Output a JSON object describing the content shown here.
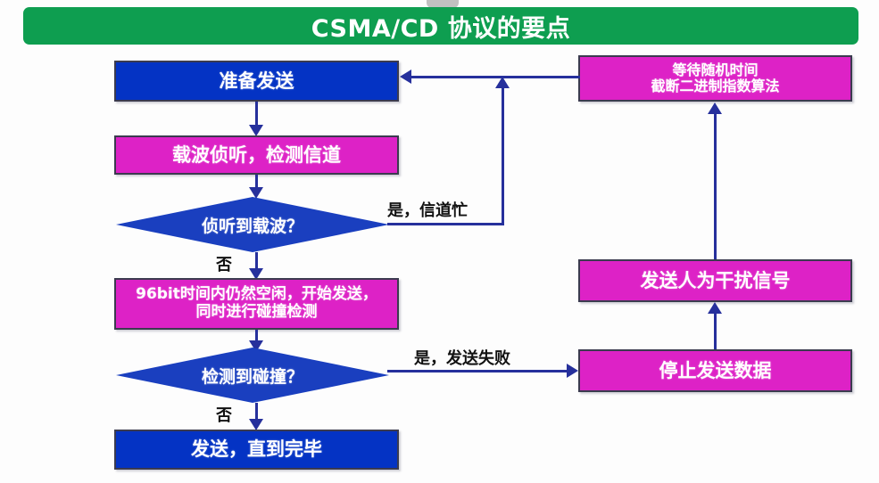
{
  "header": {
    "title": "CSMA/CD 协议的要点",
    "banner_color": "#0e9e50"
  },
  "palette": {
    "blue": "#0433c4",
    "diamond_blue": "#1a3fbf",
    "magenta": "#dd22c6",
    "connector": "#26309c",
    "text_on_node": "#ffffff",
    "edge_label": "#111111"
  },
  "nodes": {
    "prepare_send": {
      "label": "准备发送",
      "shape": "rect",
      "color": "blue"
    },
    "carrier_sense": {
      "label": "载波侦听，检测信道",
      "shape": "rect",
      "color": "magenta"
    },
    "decision_carrier": {
      "label": "侦听到载波？",
      "shape": "diamond",
      "color": "blue"
    },
    "idle_96bit": {
      "line1": "96bit时间内仍然空闲，开始发送，",
      "line2": "同时进行碰撞检测",
      "shape": "rect",
      "color": "magenta"
    },
    "decision_collision": {
      "label": "检测到碰撞？",
      "shape": "diamond",
      "color": "blue"
    },
    "send_until_done": {
      "label": "发送，直到完毕",
      "shape": "rect",
      "color": "blue"
    },
    "wait_random": {
      "line1": "等待随机时间",
      "line2": "截断二进制指数算法",
      "shape": "rect",
      "color": "magenta"
    },
    "send_jam": {
      "label": "发送人为干扰信号",
      "shape": "rect",
      "color": "magenta"
    },
    "stop_send": {
      "label": "停止发送数据",
      "shape": "rect",
      "color": "magenta"
    }
  },
  "edge_labels": {
    "carrier_yes": "是，信道忙",
    "carrier_no": "否",
    "collision_yes": "是，发送失败",
    "collision_no": "否"
  }
}
